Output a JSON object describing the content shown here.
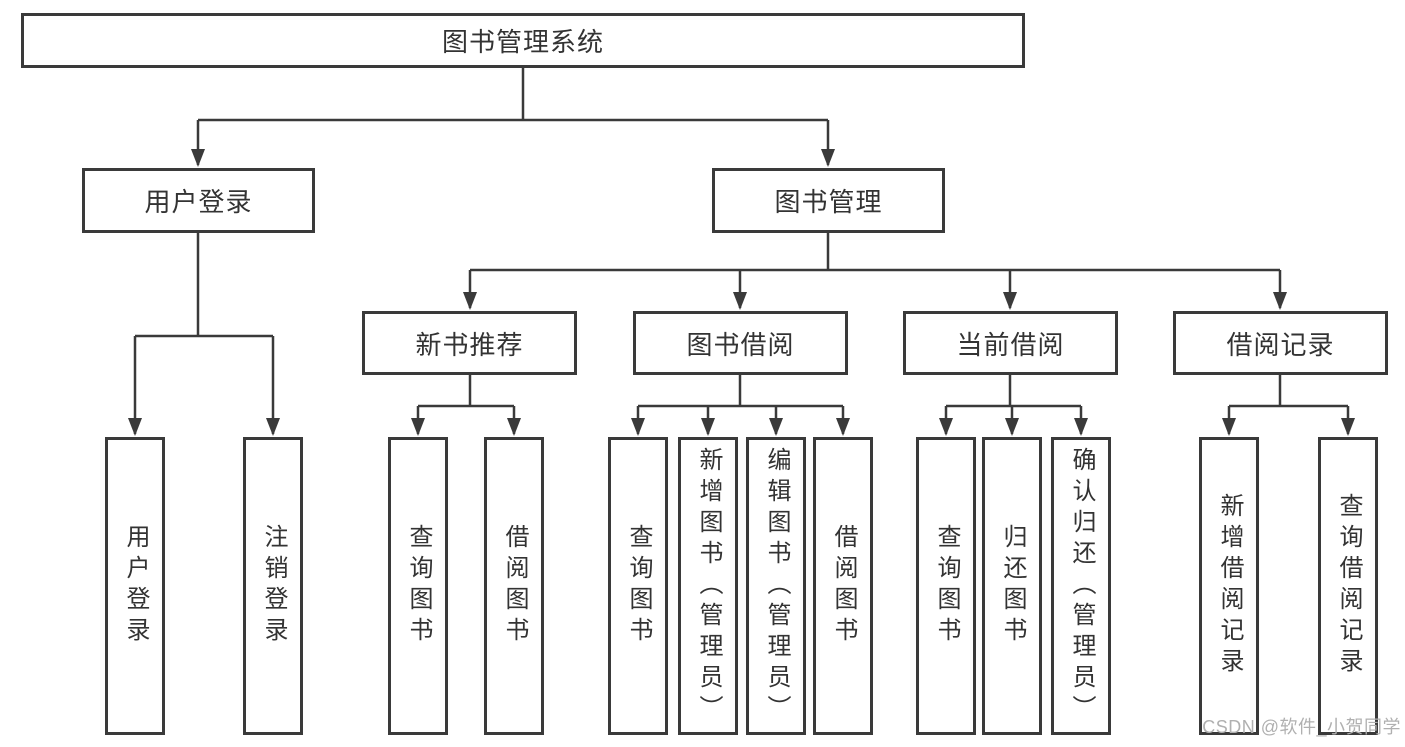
{
  "colors": {
    "line": "#3a3a3a",
    "text": "#333333",
    "box_bg": "#ffffff",
    "watermark": "#b0b0b0"
  },
  "tree": {
    "root": {
      "label": "图书管理系统"
    },
    "branches": [
      {
        "label": "用户登录",
        "leaves": [
          {
            "label": "用户登录"
          },
          {
            "label": "注销登录"
          }
        ]
      },
      {
        "label": "图书管理",
        "groups": [
          {
            "label": "新书推荐",
            "leaves": [
              {
                "label": "查询图书"
              },
              {
                "label": "借阅图书"
              }
            ]
          },
          {
            "label": "图书借阅",
            "leaves": [
              {
                "label": "查询图书"
              },
              {
                "label": "新增图书（管理员）"
              },
              {
                "label": "编辑图书（管理员）"
              },
              {
                "label": "借阅图书"
              }
            ]
          },
          {
            "label": "当前借阅",
            "leaves": [
              {
                "label": "查询图书"
              },
              {
                "label": "归还图书"
              },
              {
                "label": "确认归还（管理员）"
              }
            ]
          },
          {
            "label": "借阅记录",
            "leaves": [
              {
                "label": "新增借阅记录"
              },
              {
                "label": "查询借阅记录"
              }
            ]
          }
        ]
      }
    ]
  },
  "watermark": {
    "text": "CSDN @软件_小贺同学"
  }
}
